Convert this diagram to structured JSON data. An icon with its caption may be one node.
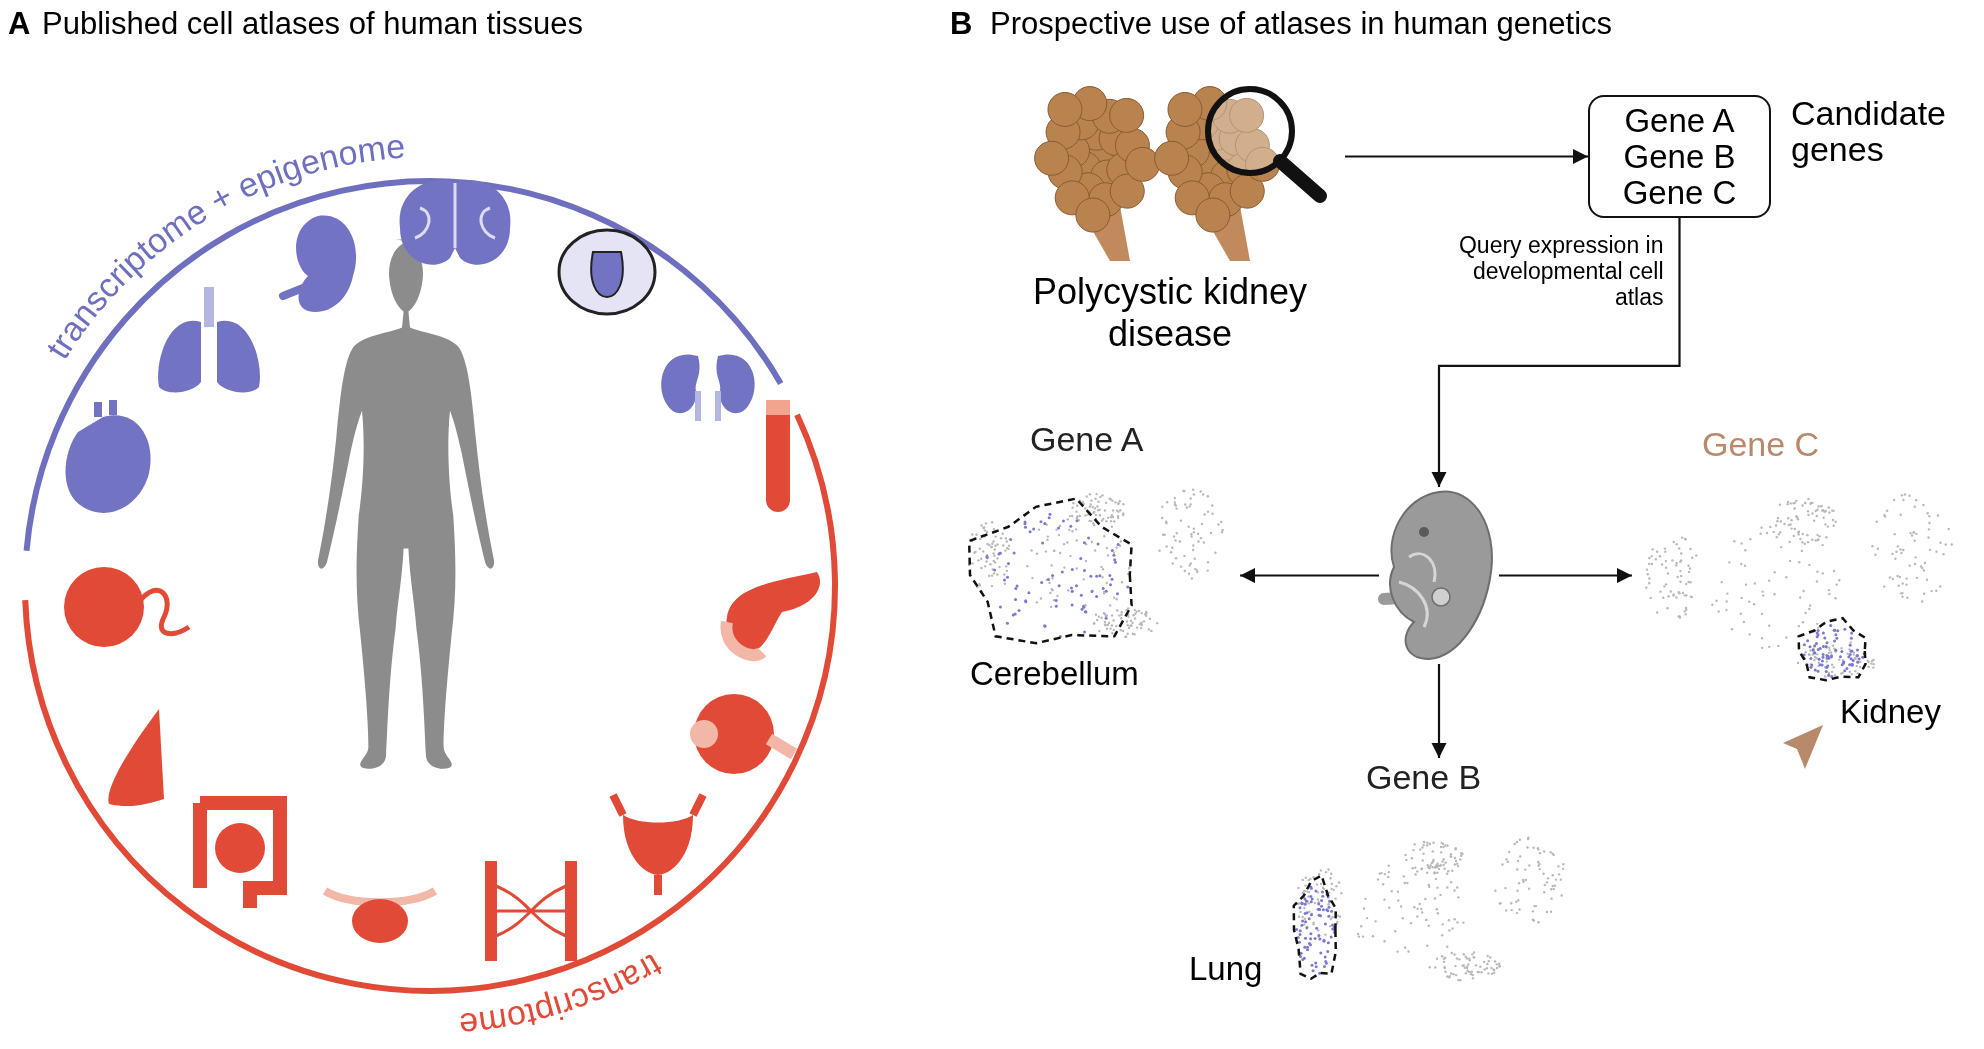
{
  "diagram": {
    "nodes": [
      {
        "text": [
          "Polycystic kidney disease"
        ]
      },
      {
        "text": [
          "Gene A",
          "Gene B",
          "Gene C"
        ],
        "beside": [
          "Candidate genes"
        ]
      },
      {
        "text": [],
        "shape": "picture"
      },
      {
        "text": [
          "Gene A",
          "Cerebellum"
        ]
      },
      {
        "text": [
          "Gene B",
          "Lung"
        ]
      },
      {
        "text": [
          "Gene C",
          "Kidney"
        ]
      }
    ],
    "edges": [
      {
        "from": 0,
        "to": 1,
        "arrow": "to"
      },
      {
        "from": 1,
        "to": 2,
        "arrow": "to",
        "label": "Query expression in developmental cell atlas"
      },
      {
        "from": 2,
        "to": 3,
        "arrow": "to"
      },
      {
        "from": 2,
        "to": 4,
        "arrow": "to"
      },
      {
        "from": 2,
        "to": 5,
        "arrow": "to"
      }
    ],
    "labels": [
      "A",
      "Published cell atlases of human tissues",
      "B",
      "Prospective use of atlases in human genetics",
      "transcriptome + epigenome",
      "transcriptome"
    ]
  }
}
